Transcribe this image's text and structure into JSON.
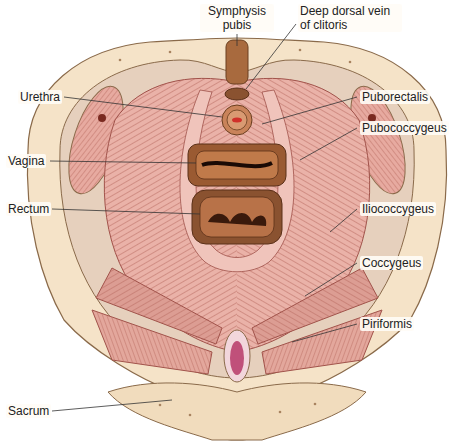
{
  "diagram": {
    "labels": [
      "Symphysis pubis",
      "Deep dorsal vein of clitoris",
      "Urethra",
      "Puborectalis",
      "Pubococcygeus",
      "Vagina",
      "Rectum",
      "Iliococcygeus",
      "Coccygeus",
      "Piriformis",
      "Sacrum"
    ]
  }
}
